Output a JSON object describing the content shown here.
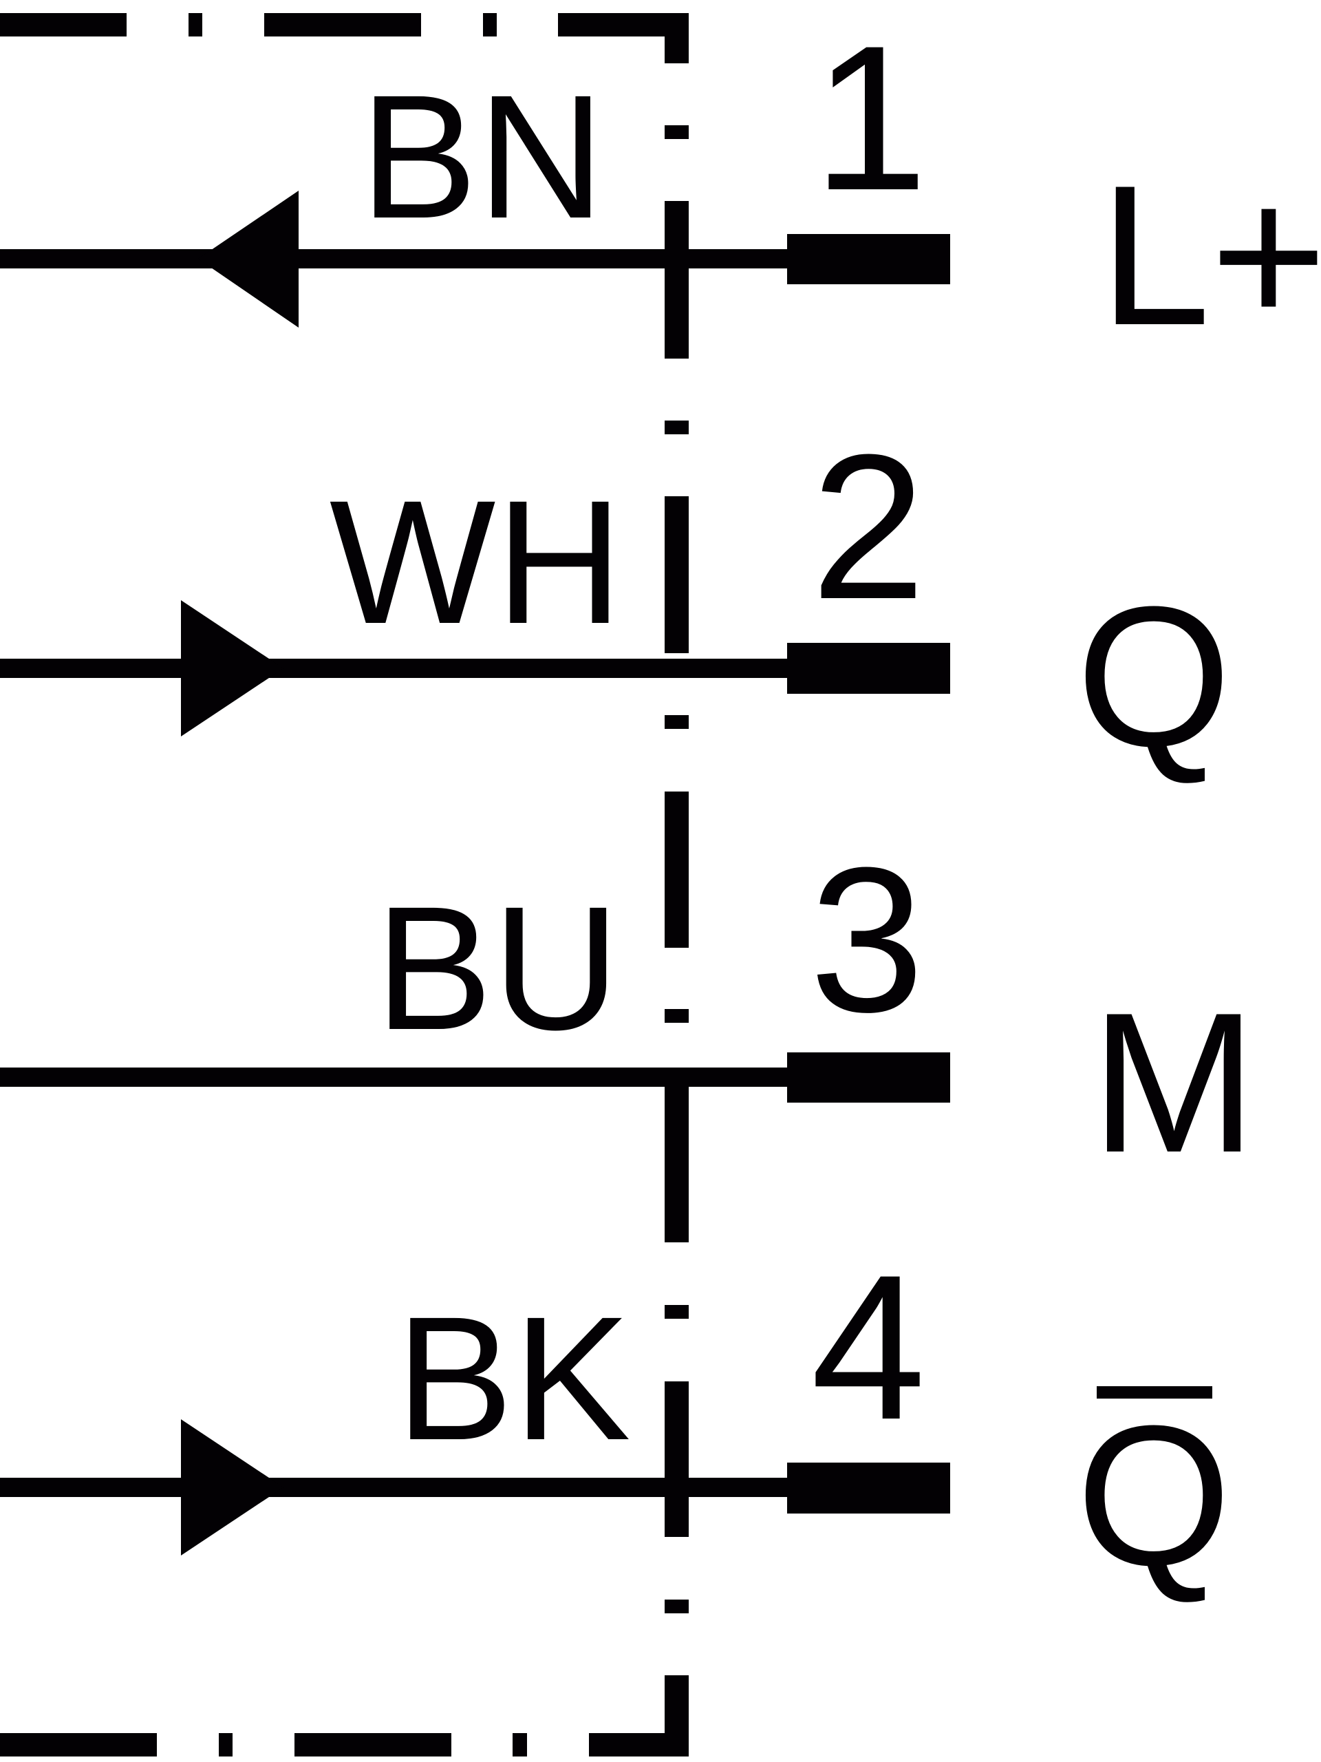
{
  "diagram": {
    "type": "connector pin assignment / wiring diagram",
    "colors": {
      "ink": "#030104",
      "background": "#ffffff"
    },
    "connector_boundary": "dash-dot line",
    "wires": [
      {
        "pin": "1",
        "wire_color_code": "BN",
        "signal": "L+",
        "signal_overbar": false,
        "arrow_direction": "left"
      },
      {
        "pin": "2",
        "wire_color_code": "WH",
        "signal": "Q",
        "signal_overbar": false,
        "arrow_direction": "right"
      },
      {
        "pin": "3",
        "wire_color_code": "BU",
        "signal": "M",
        "signal_overbar": false,
        "arrow_direction": "none"
      },
      {
        "pin": "4",
        "wire_color_code": "BK",
        "signal": "Q",
        "signal_overbar": true,
        "arrow_direction": "right"
      }
    ]
  }
}
